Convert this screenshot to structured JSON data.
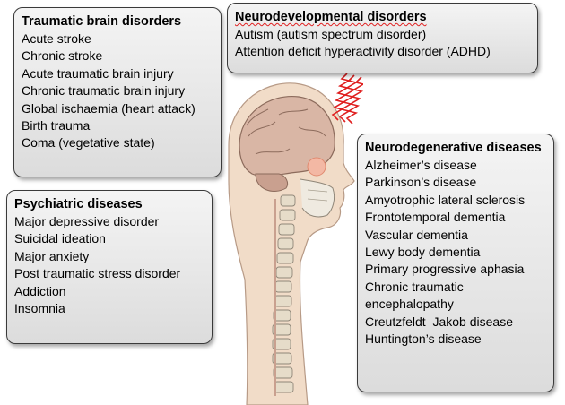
{
  "traumatic": {
    "title": "Traumatic brain disorders",
    "items": [
      "Acute stroke",
      "Chronic stroke",
      "Acute traumatic brain injury",
      "Chronic traumatic brain injury",
      "Global ischaemia (heart attack)",
      "Birth trauma",
      "Coma (vegetative state)"
    ]
  },
  "neurodevelopmental": {
    "title": "Neurodevelopmental disorders",
    "items": [
      "Autism (autism spectrum disorder)",
      "Attention deficit hyperactivity disorder (ADHD)"
    ]
  },
  "psychiatric": {
    "title": "Psychiatric diseases",
    "items": [
      "Major depressive disorder",
      "Suicidal ideation",
      "Major anxiety",
      "Post traumatic stress disorder",
      "Addiction",
      "Insomnia"
    ]
  },
  "neurodegenerative": {
    "title": "Neurodegenerative diseases",
    "items": [
      "Alzheimer’s disease",
      "Parkinson’s disease",
      "Amyotrophic lateral sclerosis",
      "Frontotemporal dementia",
      "Vascular dementia",
      "Lewy body dementia",
      "Primary progressive aphasia",
      "Chronic traumatic encephalopathy",
      "Creutzfeldt–Jakob disease",
      "Huntington’s disease"
    ]
  },
  "colors": {
    "box_border": "#3a3a3a",
    "wave": "#e02020",
    "skin": "#f1dcc8",
    "brain": "#d9b6a5",
    "highlight": "#f3b8a4"
  }
}
